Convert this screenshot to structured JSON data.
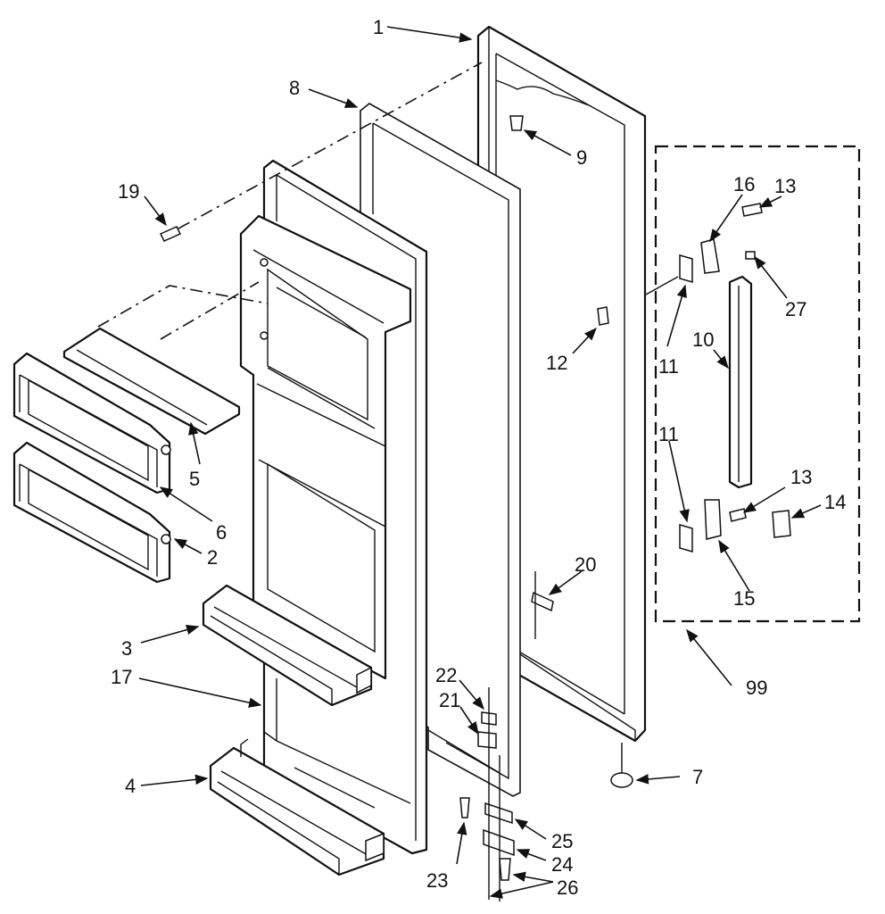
{
  "callouts": {
    "n1": "1",
    "n2": "2",
    "n3": "3",
    "n4": "4",
    "n5": "5",
    "n6": "6",
    "n7": "7",
    "n8": "8",
    "n9": "9",
    "n10": "10",
    "n11a": "11",
    "n11b": "11",
    "n12": "12",
    "n13a": "13",
    "n13b": "13",
    "n14": "14",
    "n15": "15",
    "n16": "16",
    "n17": "17",
    "n19": "19",
    "n20": "20",
    "n21": "21",
    "n22": "22",
    "n23": "23",
    "n24": "24",
    "n25": "25",
    "n26": "26",
    "n27": "27",
    "n99": "99"
  }
}
